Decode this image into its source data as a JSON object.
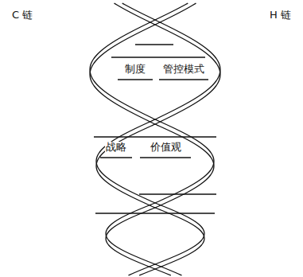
{
  "diagram": {
    "labels": [
      "C 链",
      "H 链",
      "制度",
      "管控模式",
      "战略",
      "价值观"
    ]
  }
}
